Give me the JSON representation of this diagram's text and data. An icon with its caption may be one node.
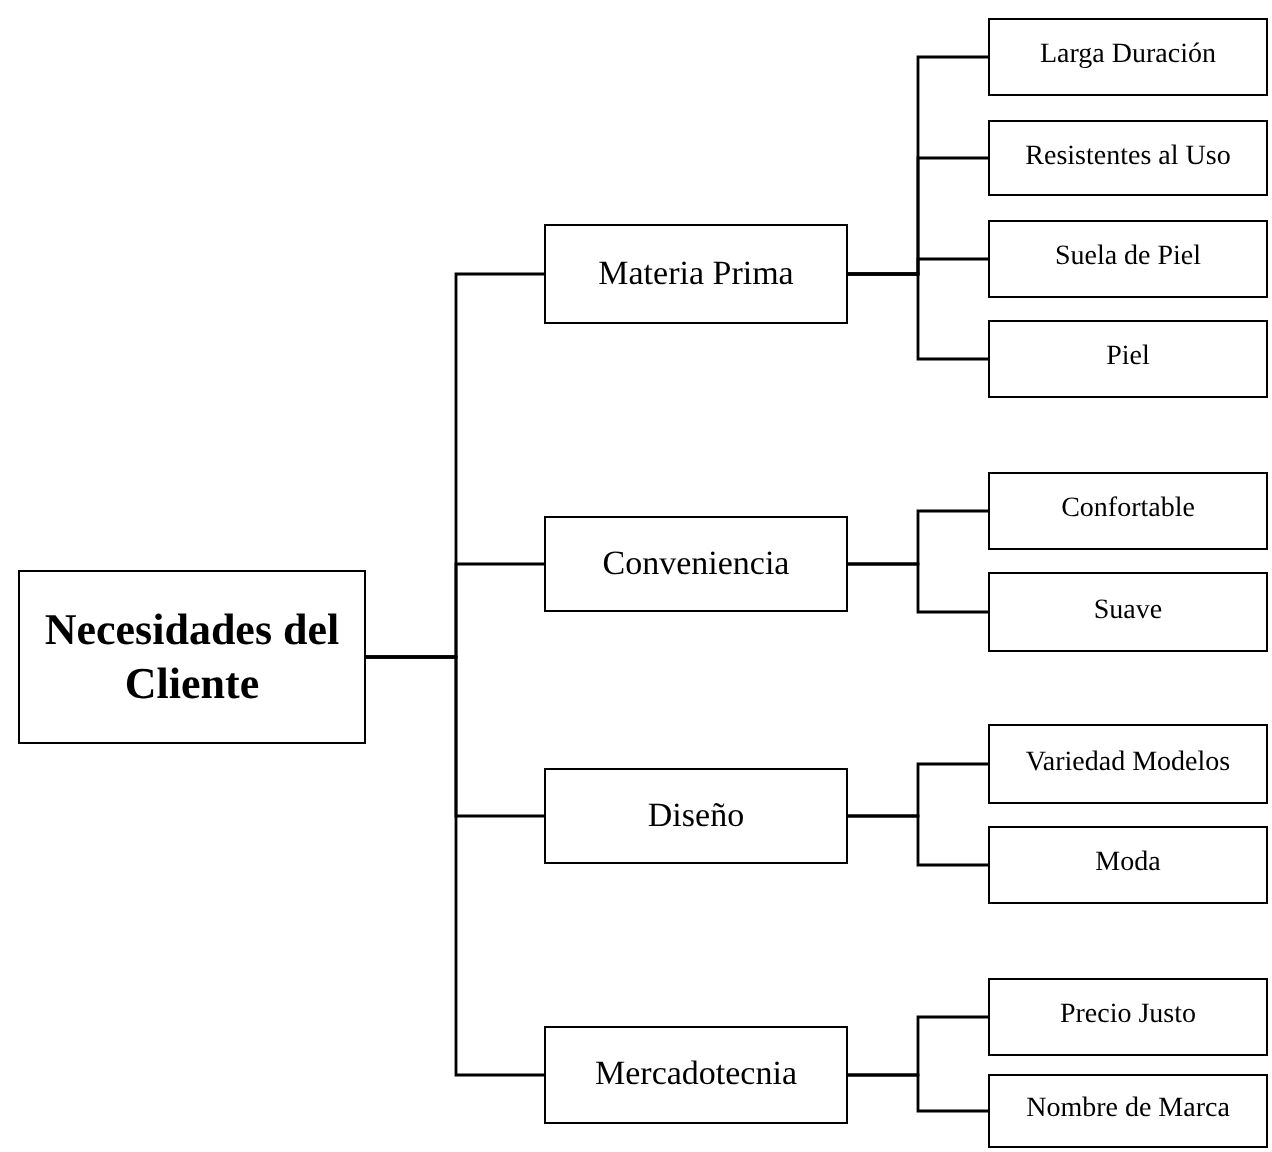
{
  "diagram": {
    "nodes": [
      {
        "text": [
          "Necesidades del Cliente"
        ]
      },
      {
        "text": [
          "Materia Prima"
        ]
      },
      {
        "text": [
          "Larga Duración"
        ]
      },
      {
        "text": [
          "Resistentes al Uso"
        ]
      },
      {
        "text": [
          "Suela de Piel"
        ]
      },
      {
        "text": [
          "Piel"
        ]
      },
      {
        "text": [
          "Conveniencia"
        ]
      },
      {
        "text": [
          "Confortable"
        ]
      },
      {
        "text": [
          "Suave"
        ]
      },
      {
        "text": [
          "Diseño"
        ]
      },
      {
        "text": [
          "Variedad Modelos"
        ]
      },
      {
        "text": [
          "Moda"
        ]
      },
      {
        "text": [
          "Mercadotecnia"
        ]
      },
      {
        "text": [
          "Precio Justo"
        ]
      },
      {
        "text": [
          "Nombre de Marca"
        ]
      }
    ],
    "edges": [
      {
        "from": 0,
        "to": 1,
        "arrow": "none"
      },
      {
        "from": 0,
        "to": 6,
        "arrow": "none"
      },
      {
        "from": 0,
        "to": 9,
        "arrow": "none"
      },
      {
        "from": 0,
        "to": 12,
        "arrow": "none"
      },
      {
        "from": 1,
        "to": 2,
        "arrow": "none"
      },
      {
        "from": 1,
        "to": 3,
        "arrow": "none"
      },
      {
        "from": 1,
        "to": 4,
        "arrow": "none"
      },
      {
        "from": 1,
        "to": 5,
        "arrow": "none"
      },
      {
        "from": 6,
        "to": 7,
        "arrow": "none"
      },
      {
        "from": 6,
        "to": 8,
        "arrow": "none"
      },
      {
        "from": 9,
        "to": 10,
        "arrow": "none"
      },
      {
        "from": 9,
        "to": 11,
        "arrow": "none"
      },
      {
        "from": 12,
        "to": 13,
        "arrow": "none"
      },
      {
        "from": 12,
        "to": 14,
        "arrow": "none"
      }
    ]
  }
}
